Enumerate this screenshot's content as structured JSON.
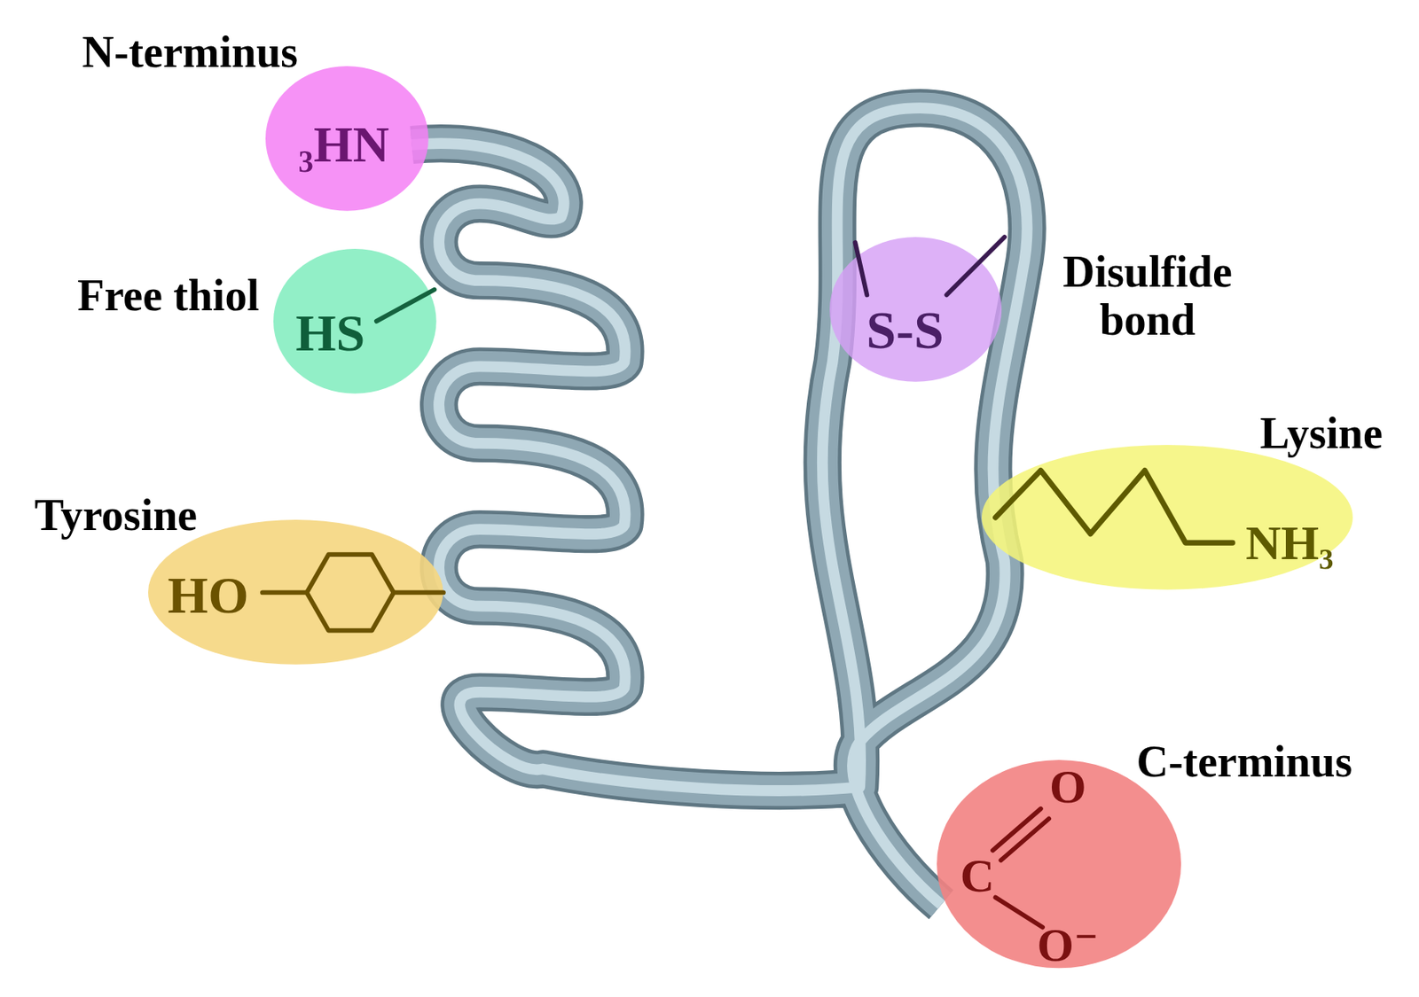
{
  "diagram": {
    "nodes": [
      {
        "text": [
          "N-terminus",
          "₃HN"
        ]
      },
      {
        "text": [
          "Free thiol",
          "HS"
        ]
      },
      {
        "text": [
          "Tyrosine",
          "HO"
        ]
      },
      {
        "text": [
          "Disulfide bond",
          "S-S"
        ]
      },
      {
        "text": [
          "Lysine",
          "NH₃"
        ]
      },
      {
        "text": [
          "C-terminus",
          "O",
          "C",
          "O⁻"
        ]
      }
    ]
  }
}
